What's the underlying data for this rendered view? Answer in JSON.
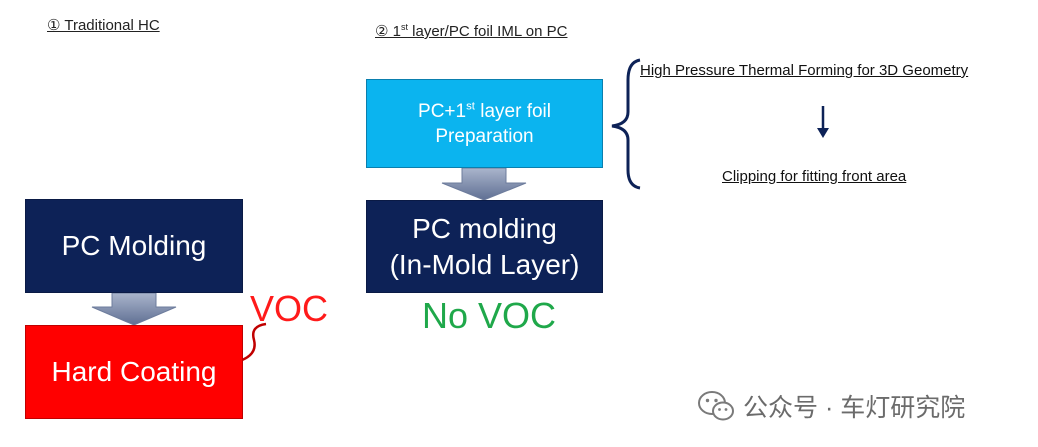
{
  "headings": {
    "left": "① Traditional HC",
    "right_prefix": "② 1",
    "right_sup": "st",
    "right_suffix": " layer/PC foil IML on PC"
  },
  "left_flow": {
    "box1": "PC Molding",
    "box2": "Hard Coating",
    "voc_label": "VOC"
  },
  "right_flow": {
    "box1_line1_prefix": "PC+1",
    "box1_line1_sup": "st",
    "box1_line1_suffix": " layer foil",
    "box1_line2": "Preparation",
    "box2_line1": "PC molding",
    "box2_line2": "(In-Mold Layer)",
    "voc_label": "No VOC"
  },
  "process_notes": {
    "step1": "High Pressure Thermal Forming for 3D Geometry",
    "step2": "Clipping for fitting front area"
  },
  "watermark": {
    "text": "公众号 · 车灯研究院",
    "icon": "wechat-icon"
  },
  "colors": {
    "navy": "#0d2257",
    "red": "#ff0000",
    "sky": "#0bb4ef",
    "voc_red": "#ff1a1a",
    "voc_green": "#1fa84a",
    "arrow": "#8d9bb8"
  }
}
